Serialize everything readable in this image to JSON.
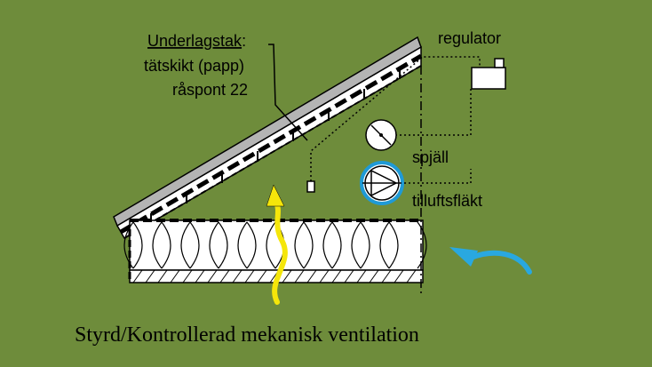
{
  "labels": {
    "underlagstak": "Underlagstak",
    "underlagstak_colon": ":",
    "tatskikt": "tätskikt (papp)",
    "raspont": "råspont 22",
    "regulator": "regulator",
    "spjall": "spjäll",
    "tilluftsflakt": "tilluftsfläkt"
  },
  "caption": "Styrd/Kontrollerad mekanisk ventilation",
  "colors": {
    "background": "#6e8c3b",
    "yellow_arrow": "#f5e60a",
    "blue_arrow": "#29a8e0",
    "fan_ring": "#1f9ad6"
  },
  "icons": [
    "damper-icon",
    "fan-icon",
    "regulator-icon",
    "sensor-icon",
    "yellow-airflow-arrow",
    "blue-airflow-arrow"
  ]
}
